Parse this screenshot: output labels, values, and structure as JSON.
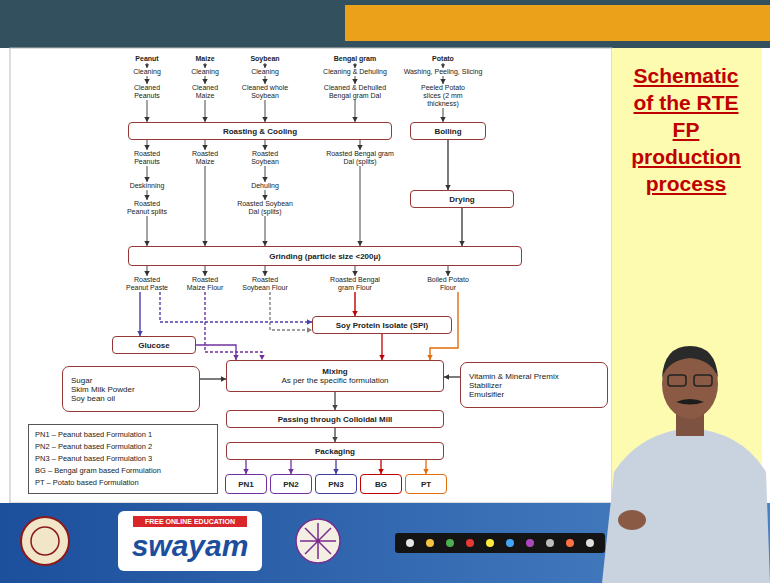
{
  "diagram": {
    "title": "Schematic of the RTE FP production process",
    "nodes": [
      {
        "text": [
          "Roasting & Cooling"
        ]
      },
      {
        "text": [
          "Boiling"
        ]
      },
      {
        "text": [
          "Drying"
        ]
      },
      {
        "text": [
          "Grinding (particle size <200µ)"
        ]
      },
      {
        "text": [
          "Soy Protein Isolate (SPI)"
        ]
      },
      {
        "text": [
          "Glucose"
        ]
      },
      {
        "text": [
          "Sugar",
          "Skim Milk Powder",
          "Soy bean oil"
        ]
      },
      {
        "text": [
          "Mixing",
          "As per the specific formulation"
        ]
      },
      {
        "text": [
          "Vitamin & Mineral Premix",
          "Stabilizer",
          "Emulsifier"
        ]
      },
      {
        "text": [
          "Passing through Colloidal Mill"
        ]
      },
      {
        "text": [
          "Packaging"
        ]
      },
      {
        "text": [
          "PN1"
        ]
      },
      {
        "text": [
          "PN2"
        ]
      },
      {
        "text": [
          "PN3"
        ]
      },
      {
        "text": [
          "BG"
        ]
      },
      {
        "text": [
          "PT"
        ]
      }
    ],
    "edges": [
      {
        "from": 1,
        "to": 2,
        "arrow": "to"
      },
      {
        "from": 2,
        "to": 3,
        "arrow": "to"
      },
      {
        "from": 4,
        "to": 7,
        "arrow": "to"
      },
      {
        "from": 5,
        "to": 7,
        "arrow": "to"
      },
      {
        "from": 6,
        "to": 7,
        "arrow": "to"
      },
      {
        "from": 8,
        "to": 7,
        "arrow": "to"
      },
      {
        "from": 7,
        "to": 9,
        "arrow": "to"
      },
      {
        "from": 9,
        "to": 10,
        "arrow": "to"
      },
      {
        "from": 10,
        "to": 11,
        "arrow": "to"
      },
      {
        "from": 10,
        "to": 12,
        "arrow": "to"
      },
      {
        "from": 10,
        "to": 13,
        "arrow": "to"
      },
      {
        "from": 10,
        "to": 14,
        "arrow": "to"
      },
      {
        "from": 10,
        "to": 15,
        "arrow": "to"
      }
    ],
    "labels": [
      "Peanut",
      "Maize",
      "Soybean",
      "Bengal gram",
      "Potato",
      "Cleaning",
      "Cleaning",
      "Cleaning",
      "Cleaning & Dehuling",
      "Washing, Peeling, Slicing",
      "Cleaned Peanuts",
      "Cleaned Maize",
      "Cleaned whole Soybean",
      "Cleaned & Dehulled Bengal gram Dal",
      "Peeled Potato slices (2 mm thickness)",
      "Roasted Peanuts",
      "Roasted Maize",
      "Roasted Soybean",
      "Roasted Bengal gram Dal (splits)",
      "Deskinning",
      "Dehuling",
      "Roasted Peanut splits",
      "Roasted Soybean Dal (splits)",
      "Roasted Peanut Paste",
      "Roasted Maize Flour",
      "Roasted Soybean Flour",
      "Roasted Bengal gram Flour",
      "Boiled Potato Flour",
      "FREE ONLINE EDUCATION",
      "swayam"
    ],
    "legend": [
      {
        "text": "PN1 – Peanut based Formulation 1"
      },
      {
        "text": "PN2 – Peanut based Formulation 2"
      },
      {
        "text": "PN3 – Peanut based Formulation 3"
      },
      {
        "text": "BG – Bengal gram based Formulation"
      },
      {
        "text": "PT – Potato based Formulation"
      }
    ]
  }
}
